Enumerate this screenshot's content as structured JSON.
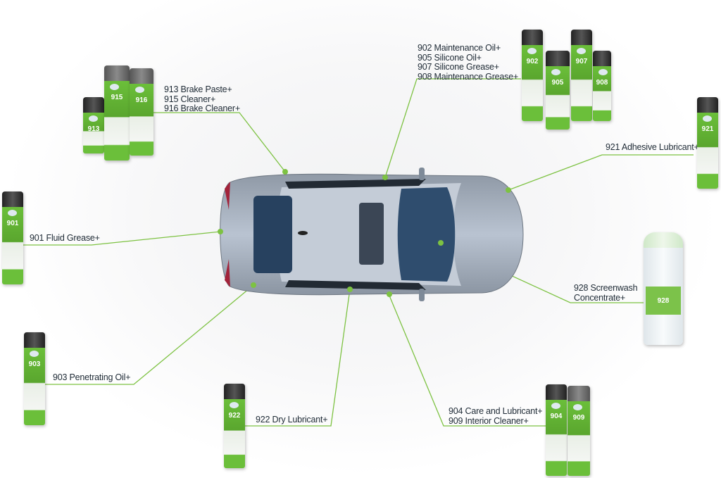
{
  "accent_color": "#7dc242",
  "labels": {
    "brake": [
      "913 Brake Paste+",
      "915 Cleaner+",
      "916 Brake Cleaner+"
    ],
    "maintenance": [
      "902 Maintenance Oil+",
      "905 Silicone Oil+",
      "907 Silicone Grease+",
      "908 Maintenance Grease+"
    ],
    "adhesive": [
      "921 Adhesive Lubricant+"
    ],
    "fluid": [
      "901 Fluid Grease+"
    ],
    "screenwash": [
      "928 Screenwash",
      "Concentrate+"
    ],
    "penetrating": [
      "903 Penetrating Oil+"
    ],
    "dry": [
      "922 Dry Lubricant+"
    ],
    "care": [
      "904 Care and Lubricant+",
      "909 Interior Cleaner+"
    ]
  },
  "cans": {
    "c913": "913",
    "c915": "915",
    "c916": "916",
    "c902": "902",
    "c905": "905",
    "c907": "907",
    "c908": "908",
    "c921": "921",
    "c901": "901",
    "c928": "928",
    "c903": "903",
    "c922": "922",
    "c904": "904",
    "c909": "909"
  }
}
